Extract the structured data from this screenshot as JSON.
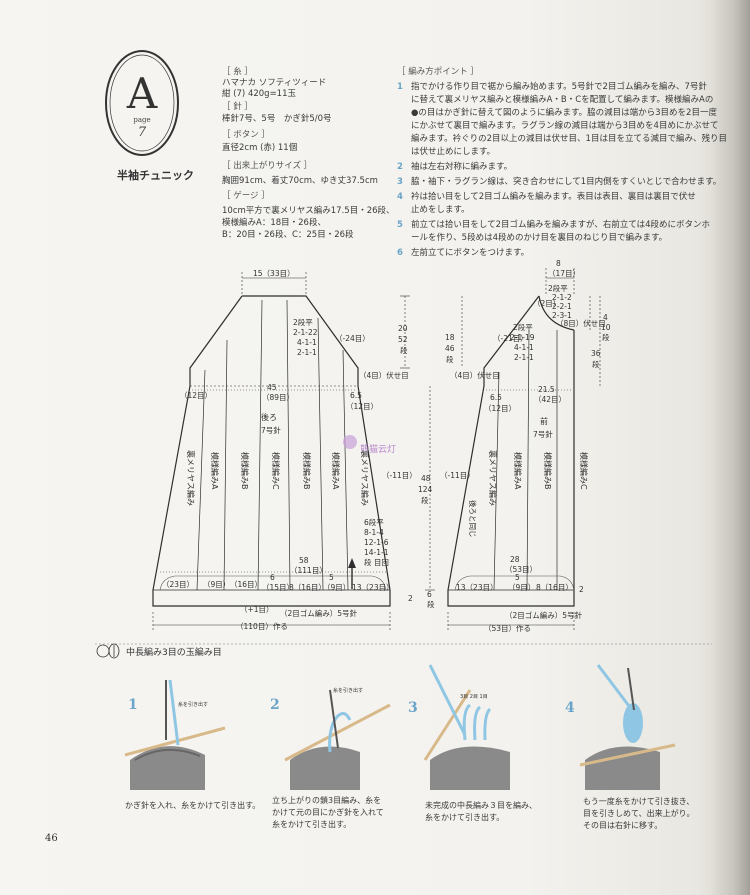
{
  "medallion": {
    "letter": "A",
    "page_word": "page",
    "page_num": "7"
  },
  "title": "半袖チュニック",
  "materials": [
    {
      "text": "［ 糸 ］",
      "head": true
    },
    {
      "text": "ハマナカ ソフティツィード"
    },
    {
      "text": "紺 (7) 420g=11玉"
    },
    {
      "text": "［ 針 ］",
      "head": true
    },
    {
      "text": "棒針7号、5号　かぎ針5/0号"
    },
    {
      "text": "［ ボタン ］",
      "head": true
    },
    {
      "text": "直径2cm (赤) 11個"
    },
    {
      "text": "［ 出来上がりサイズ ］",
      "head": true
    },
    {
      "text": "胸囲91cm、着丈70cm、ゆき丈37.5cm"
    },
    {
      "text": "［ ゲージ ］",
      "head": true
    },
    {
      "text": "10cm平方で裏メリヤス編み17.5目・26段、"
    },
    {
      "text": "模様編みA：18目・26段、"
    },
    {
      "text": "B：20目・26段、C：25目・26段"
    }
  ],
  "points_header": "［ 編み方ポイント ］",
  "points": [
    {
      "num": "1",
      "lines": [
        "指でかける作り目で裾から編み始めます。5号針で2目ゴム編みを編み、7号針",
        "に替えて裏メリヤス編みと模様編みA・B・Cを配置して編みます。模様編みAの",
        "●の目はかぎ針に替えて図のように編みます。脇の減目は端から3目めを2目一度",
        "にかぶせて裏目で編みます。ラグラン線の減目は端から3目めを4目めにかぶせて",
        "編みます。衿ぐりの2目以上の減目は伏せ目、1目は目を立てる減目で編み、残り目",
        "は伏せ止めにします。"
      ]
    },
    {
      "num": "2",
      "lines": [
        "袖は左右対称に編みます。"
      ]
    },
    {
      "num": "3",
      "lines": [
        "脇・袖下・ラグラン線は、突き合わせにして1目内側をすくいとじで合わせます。"
      ]
    },
    {
      "num": "4",
      "lines": [
        "衿は拾い目をして2目ゴム編みを編みます。表目は表目、裏目は裏目で伏せ",
        "止めをします。"
      ]
    },
    {
      "num": "5",
      "lines": [
        "前立ては拾い目をして2目ゴム編みを編みますが、右前立ては4段めにボタンホ",
        "ールを作り、5段めは4段めのかけ目を裏目のねじり目で編みます。"
      ]
    },
    {
      "num": "6",
      "lines": [
        "左前立てにボタンをつけます。"
      ]
    }
  ],
  "back_labels": {
    "top_width": "15（33目）",
    "raglan_rows": [
      "2段平",
      "2-1-22",
      "4-1-1",
      "2-1-1"
    ],
    "raglan_stitches": "（-24目）",
    "raglan_height": [
      "20",
      "52",
      "段"
    ],
    "underarm": "（4目）伏せ目",
    "width45": "45",
    "width45b": "（89目）",
    "left12": "（12目）",
    "right_w": "6.5",
    "right12": "（12目）",
    "piece": "後ろ",
    "needle": "7号針",
    "side_dec": "（-11目）",
    "side_rows": [
      "6段平",
      "8-1-4",
      "12-1-6",
      "14-1-1",
      "段 目回"
    ],
    "height48": [
      "48",
      "124",
      "段"
    ],
    "width58": "58",
    "width58b": "（111目）",
    "bottom": [
      "（23目）",
      "（9目）",
      "（16目）",
      "6",
      "（15目）",
      "8（16目）",
      "5",
      "（9目）",
      "13（23目）"
    ],
    "plus1": "（+1目）",
    "rib": "（2目ゴム編み）5号針",
    "rib_height": [
      "2",
      "6",
      "段"
    ],
    "cast_on": "（110目）作る",
    "cols": [
      "裏メリヤス編み",
      "模様編みA",
      "模様編みB",
      "模様編みC",
      "模様編みB",
      "模様編みA",
      "裏メリヤス編み"
    ]
  },
  "front_labels": {
    "neck_w": [
      "8",
      "（17目）"
    ],
    "neck_rows": [
      "2段平",
      "2-1-2",
      "2-2-1",
      "2-3-1"
    ],
    "neck_two": "（2目）",
    "neck_off": "（8目）伏せ目",
    "neck_h": [
      "4",
      "10",
      "段"
    ],
    "raglan_stitches": "（-21目）",
    "raglan_rows": [
      "2段平",
      "2-1-19",
      "4-1-1",
      "2-1-1"
    ],
    "raglan_h": [
      "18",
      "46",
      "段"
    ],
    "armhole_h": [
      "36",
      "段"
    ],
    "underarm": "（4目）伏せ目",
    "w215": "21.5",
    "w215b": "（42目）",
    "left_w": "6.5",
    "left12": "（12目）",
    "piece": "前",
    "needle": "7号針",
    "side_dec": "（-11目）",
    "same_back": "後ろと同じ",
    "w28": "28",
    "w28b": "（53目）",
    "bottom": [
      "13（23目）",
      "5",
      "（9目）",
      "8（16目）"
    ],
    "rib": "（2目ゴム編み）5号針",
    "rib_h": "2",
    "cast_on": "（53目）作る",
    "cols": [
      "裏メリヤス編み",
      "模様編みA",
      "模様編みB",
      "模様編みC"
    ]
  },
  "watermark": "熊猫云灯",
  "section": {
    "symbol_label": "中長編み3目の玉編み目"
  },
  "steps": [
    {
      "num": "1",
      "lines": [
        "かぎ針を入れ、糸をかけて引き出す。"
      ],
      "note": "糸を引き出す"
    },
    {
      "num": "2",
      "lines": [
        "立ち上がりの鎖3目編み、糸を",
        "かけて元の目にかぎ針を入れて",
        "糸をかけて引き出す。"
      ],
      "note": "糸を引き出す"
    },
    {
      "num": "3",
      "lines": [
        "未完成の中長編み３目を編み、",
        "糸をかけて引き出す。"
      ],
      "note": "3目 2目 1目"
    },
    {
      "num": "4",
      "lines": [
        "もう一度糸をかけて引き抜き、",
        "目を引きしめて、出来上がり。",
        "その目は右針に移す。"
      ],
      "note": ""
    }
  ],
  "page_number": "46",
  "colors": {
    "accent": "#6aa4c8",
    "yarn": "#8fc6e3",
    "knit": "#8a8a8a",
    "line": "#2e2e2e"
  }
}
